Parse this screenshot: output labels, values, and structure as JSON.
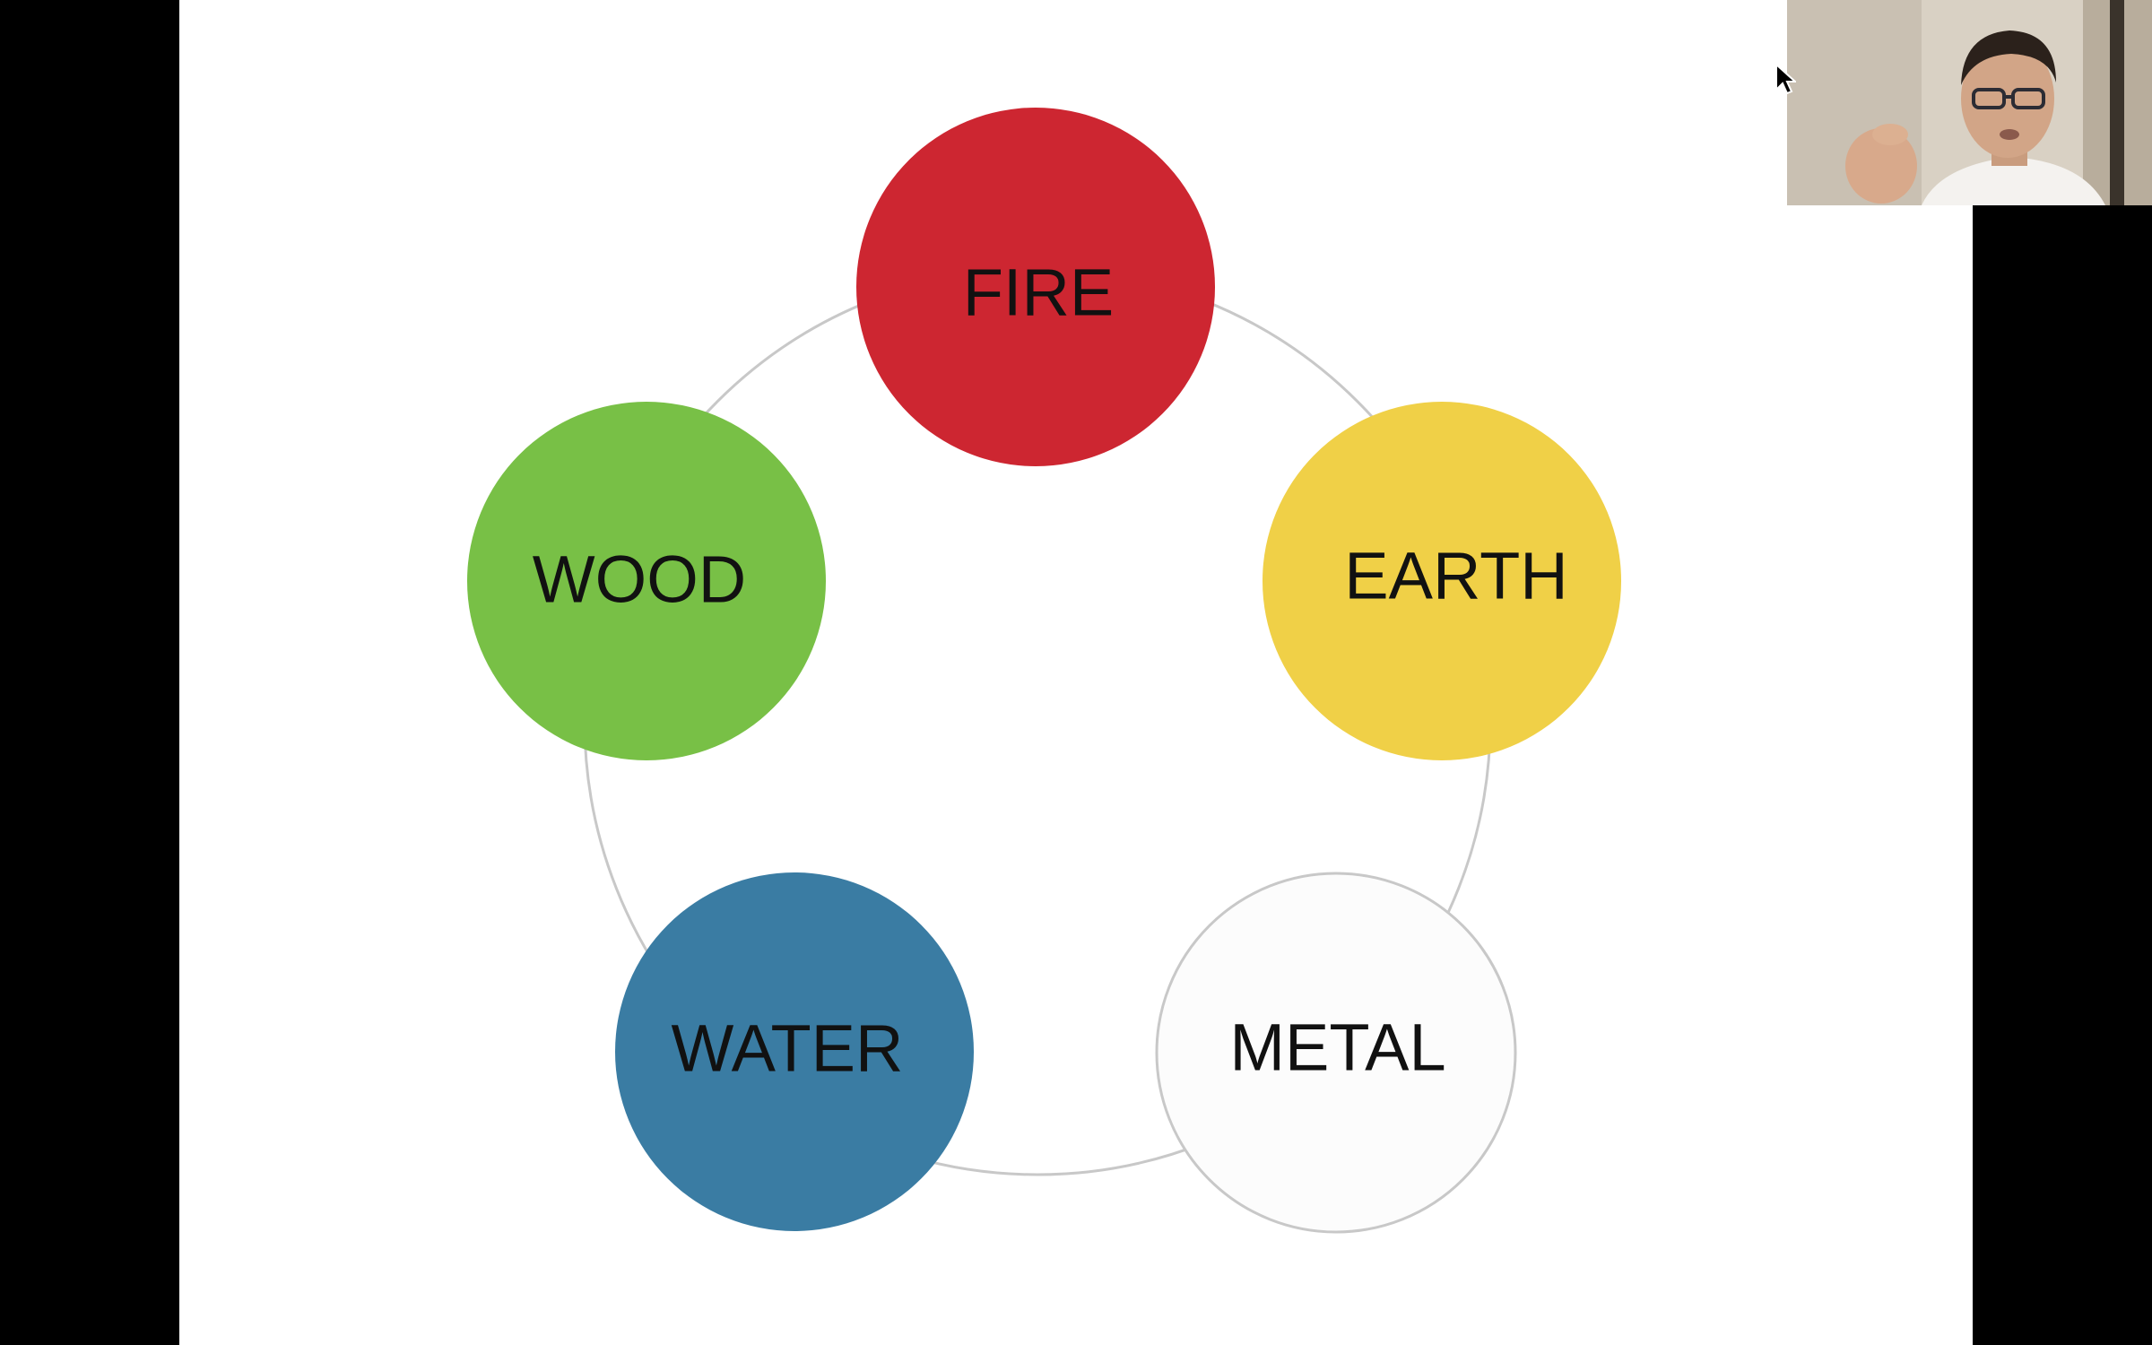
{
  "slide": {
    "background": "#ffffff",
    "ring_color": "#c8c8c8",
    "elements": [
      {
        "label": "FIRE",
        "color": "#cd2631",
        "icon": "circle"
      },
      {
        "label": "EARTH",
        "color": "#f0d047",
        "icon": "circle"
      },
      {
        "label": "METAL",
        "color": "#fcfcfc",
        "icon": "circle"
      },
      {
        "label": "WATER",
        "color": "#3a7ca3",
        "icon": "circle"
      },
      {
        "label": "WOOD",
        "color": "#78c046",
        "icon": "circle"
      }
    ]
  },
  "webcam": {
    "icon": "presenter-video-feed"
  },
  "cursor": {
    "icon": "mouse-pointer-icon"
  }
}
